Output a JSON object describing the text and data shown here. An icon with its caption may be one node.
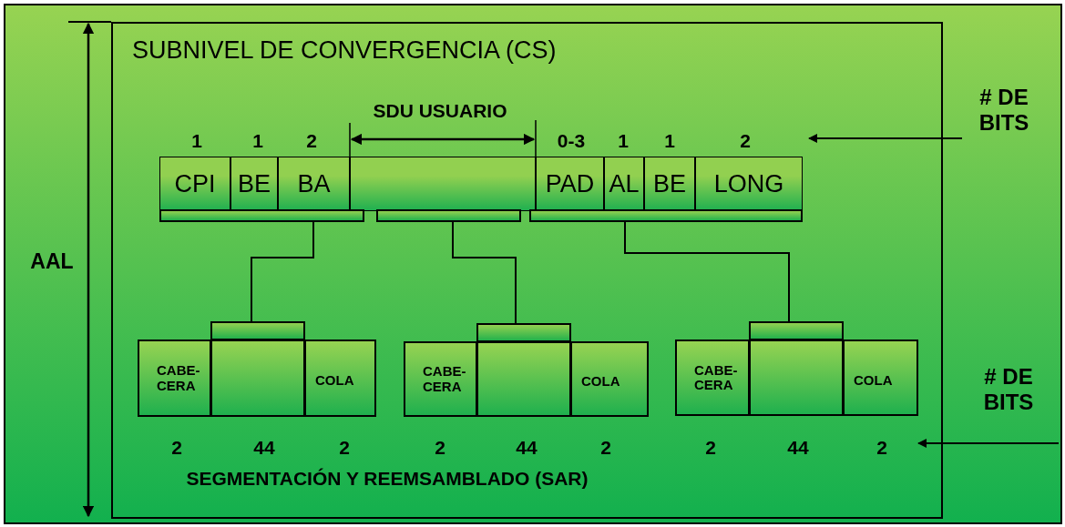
{
  "diagram": {
    "nodes": [
      {
        "text": [
          "SUBNIVEL DE CONVERGENCIA (CS)"
        ]
      },
      {
        "text": [
          "CPI"
        ],
        "in": 0
      },
      {
        "text": [
          "BE"
        ],
        "in": 0
      },
      {
        "text": [
          "BA"
        ],
        "in": 0
      },
      {
        "text": [],
        "shape": "box",
        "in": 0
      },
      {
        "text": [
          "PAD"
        ],
        "in": 0
      },
      {
        "text": [
          "AL"
        ],
        "in": 0
      },
      {
        "text": [
          "BE"
        ],
        "in": 0
      },
      {
        "text": [
          "LONG"
        ],
        "in": 0
      },
      {
        "text": [],
        "shape": "bar",
        "in": 0
      },
      {
        "text": [],
        "shape": "bar",
        "in": 0
      },
      {
        "text": [],
        "shape": "bar",
        "in": 0
      },
      {
        "text": [],
        "shape": "bar",
        "in": 0
      },
      {
        "text": [
          "CABE- CERA"
        ],
        "in": 0
      },
      {
        "text": [],
        "shape": "box",
        "in": 0
      },
      {
        "text": [
          "COLA"
        ],
        "in": 0
      },
      {
        "text": [],
        "shape": "bar",
        "in": 0
      },
      {
        "text": [
          "CABE- CERA"
        ],
        "in": 0
      },
      {
        "text": [],
        "shape": "box",
        "in": 0
      },
      {
        "text": [
          "COLA"
        ],
        "in": 0
      },
      {
        "text": [],
        "shape": "bar",
        "in": 0
      },
      {
        "text": [
          "CABE- CERA"
        ],
        "in": 0
      },
      {
        "text": [],
        "shape": "box",
        "in": 0
      },
      {
        "text": [
          "COLA"
        ],
        "in": 0
      },
      {
        "text": [
          "# DE BITS"
        ]
      },
      {
        "text": [
          "# DE BITS"
        ]
      }
    ],
    "edges": [
      {
        "from": 9,
        "to": 12,
        "arrow": "none"
      },
      {
        "from": 10,
        "to": 16,
        "arrow": "none"
      },
      {
        "from": 11,
        "to": 20,
        "arrow": "none"
      },
      {
        "from": 24,
        "to": 8,
        "arrow": "to"
      },
      {
        "from": 25,
        "to": 23,
        "arrow": "to"
      },
      {
        "from": 3,
        "to": 5,
        "arrow": "both"
      }
    ],
    "labels": [
      "SDU USUARIO",
      "1",
      "1",
      "2",
      "0-3",
      "1",
      "1",
      "2",
      "AAL",
      "2",
      "44",
      "2",
      "2",
      "44",
      "2",
      "2",
      "44",
      "2",
      "SEGMENTACIÓN Y REEMSAMBLADO (SAR)"
    ]
  }
}
